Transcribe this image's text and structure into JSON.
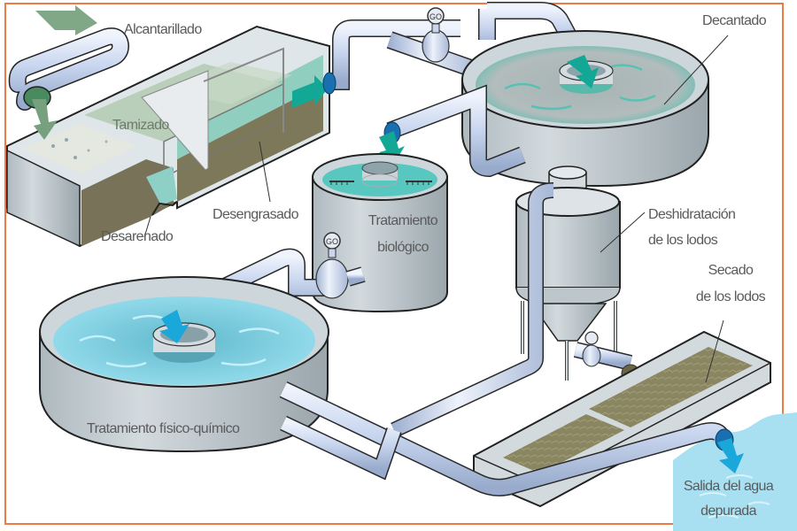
{
  "title": "Proceso de depuración de aguas residuales",
  "colors": {
    "border": "#f07a45",
    "pipe": "#c8d6ee",
    "pipe_shadow": "#95a8c8",
    "tank_wall": "#c5ced3",
    "tank_dark": "#9aa7ad",
    "water_clear": "#7dd3e8",
    "water_teal": "#47b6a8",
    "sludge": "#7e7a5c",
    "sludge_dry": "#8a8660",
    "arrow_green": "#7ea882",
    "arrow_teal": "#13a896",
    "arrow_blue": "#1aa7d9",
    "arrow_brown": "#a98463",
    "valve_blue": "#1a6fb0",
    "river": "#9fdcef"
  },
  "labels": {
    "alcantarillado": "Alcantarillado",
    "tamizado": "Tamizado",
    "desarenado": "Desarenado",
    "desengrasado": "Desengrasado",
    "decantado": "Decantado",
    "tratamiento_biologico_1": "Tratamiento",
    "tratamiento_biologico_2": "biológico",
    "deshidratacion_1": "Deshidratación",
    "deshidratacion_2": "de los lodos",
    "secado_1": "Secado",
    "secado_2": "de los lodos",
    "tratamiento_fisico_quimico": "Tratamiento físico-químico",
    "salida_1": "Salida del agua",
    "salida_2": "depurada"
  },
  "icons": {
    "valve": "valve-icon",
    "flow_arrow": "flow-arrow-icon"
  }
}
